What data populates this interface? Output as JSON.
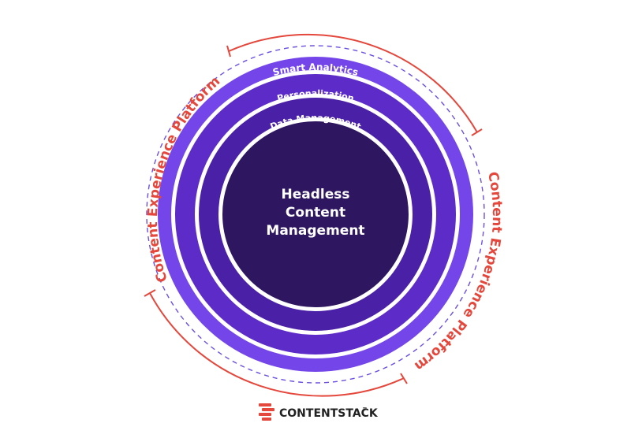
{
  "diagram": {
    "core": {
      "lines": [
        "Headless",
        "Content",
        "Management"
      ]
    },
    "rings": [
      {
        "label": "Data Management"
      },
      {
        "label": "Personalization"
      },
      {
        "label": "Smart Analytics"
      }
    ],
    "outer_label_left": "Content Experience Platform",
    "outer_label_right": "Content Experience Platform"
  },
  "brand": {
    "name": "CONTENTSTACK",
    "trademark": "™"
  },
  "colors": {
    "core": "#2e1760",
    "ring_inner": "#4a20a6",
    "ring_middle": "#5c2bc8",
    "ring_outer": "#7446ea",
    "outer_accent": "#e4473c",
    "dashed": "#6c4fe0",
    "brand_text": "#222222"
  }
}
